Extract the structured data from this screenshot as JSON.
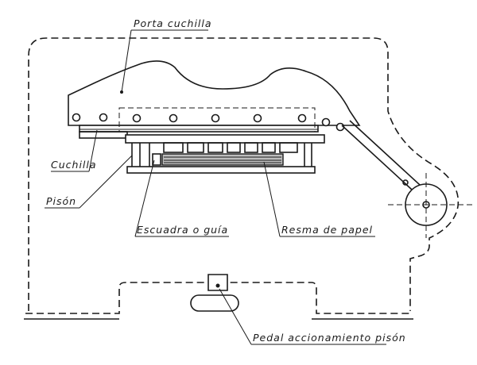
{
  "labels": {
    "blade_holder": "Porta cuchilla",
    "blade": "Cuchilla",
    "clamp": "Pisón",
    "square_guide": "Escuadra o guía",
    "paper_ream": "Resma de papel",
    "pedal": "Pedal accionamiento pisón"
  }
}
